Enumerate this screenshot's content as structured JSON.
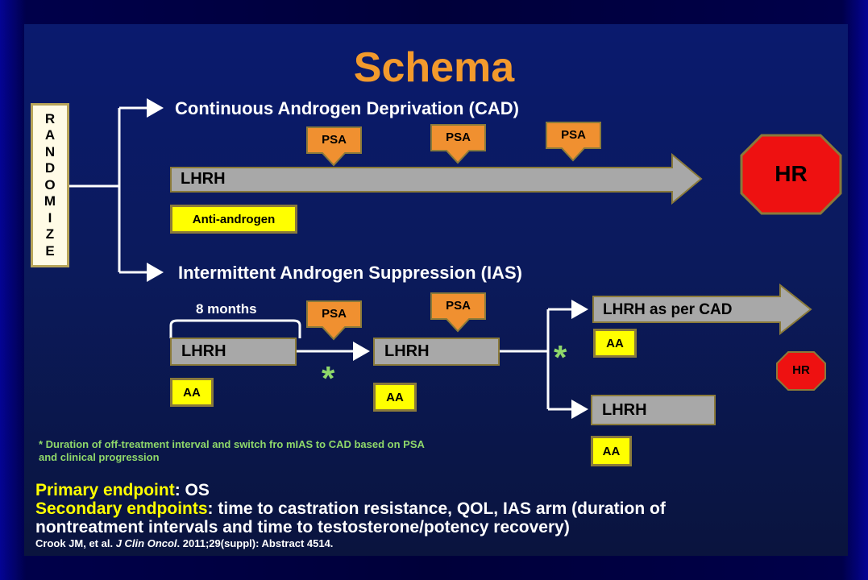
{
  "title": "Schema",
  "randomize_letters": [
    "R",
    "A",
    "N",
    "D",
    "O",
    "M",
    "I",
    "Z",
    "E"
  ],
  "cad": {
    "label": "Continuous Androgen Deprivation (CAD)",
    "bar_label": "LHRH",
    "anti_androgen": "Anti-androgen",
    "psa_labels": [
      "PSA",
      "PSA",
      "PSA"
    ],
    "outcome": "HR"
  },
  "ias": {
    "label": "Intermittent Androgen Suppression (IAS)",
    "months_label": "8 months",
    "bar1_label": "LHRH",
    "bar1_aa": "AA",
    "psa1": "PSA",
    "asterisk1": "*",
    "bar2_label": "LHRH",
    "bar2_aa": "AA",
    "psa2": "PSA",
    "asterisk2": "*",
    "branch_top_label": "LHRH as per CAD",
    "branch_top_aa": "AA",
    "branch_bottom_label": "LHRH",
    "branch_bottom_aa": "AA",
    "outcome": "HR"
  },
  "footnote_line1": "* Duration of off-treatment interval and switch fro mIAS to CAD based on PSA",
  "footnote_line2": "and clinical progression",
  "primary_label": "Primary endpoint",
  "primary_value": ": OS",
  "secondary_label": "Secondary endpoints",
  "secondary_value": ": time to castration resistance, QOL, IAS arm (duration of",
  "secondary_value2": "nontreatment intervals and time to testosterone/potency recovery)",
  "citation_author": "Crook JM, et al.",
  "citation_journal": "J Clin Oncol",
  "citation_rest": ". 2011;29(suppl): Abstract 4514.",
  "colors": {
    "title": "#f39a2c",
    "psa_box": "#f09030",
    "hr_octagon": "#ee1111",
    "aa_box": "#ffff00",
    "asterisk": "#8fd86a",
    "bar": "#a8a8a8"
  }
}
